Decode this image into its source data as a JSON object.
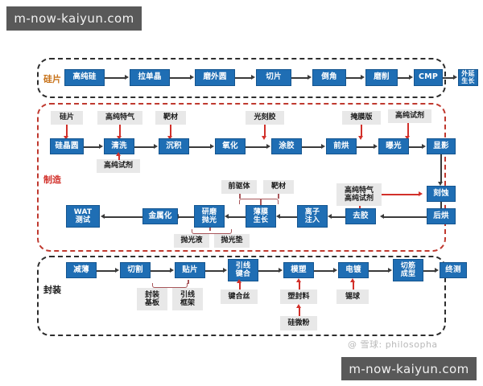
{
  "banners": {
    "top": "m-now-kaiyun.com",
    "bottom": "m-now-kaiyun.com",
    "xueqiu": "@ 雪球: philosopha"
  },
  "colors": {
    "process_box": "#1f6eb4",
    "material_box": "#e8e8e8",
    "wafer_label": "#c8741c",
    "manufacturing_label": "#d2302a",
    "packaging_label": "#1a1a1a",
    "manufacturing_border": "#c0392f",
    "section_border": "#2e2e2e",
    "red_arrow": "#d2302a",
    "black_arrow": "#3a3a3a"
  },
  "sections": [
    {
      "id": "wafer",
      "title": "硅片"
    },
    {
      "id": "manufacturing",
      "title": "制造"
    },
    {
      "id": "packaging",
      "title": "封装"
    }
  ],
  "wafer_steps": [
    "高纯硅",
    "拉单晶",
    "磨外圆",
    "切片",
    "倒角",
    "磨削",
    "CMP",
    "外延生长"
  ],
  "manufacturing": {
    "row1_steps": [
      "硅晶圆",
      "清洗",
      "沉积",
      "氧化",
      "涂胶",
      "前烘",
      "曝光",
      "显影"
    ],
    "row1_materials_above": [
      "硅片",
      "高纯特气",
      "靶材",
      "光刻胶",
      "掩膜版",
      "高纯试剂"
    ],
    "material_below_clean": "高纯试剂",
    "right_column_steps": [
      "刻蚀",
      "后烘"
    ],
    "etch_material": "高纯特气\n高纯试剂",
    "etch_material_line1": "高纯特气",
    "etch_material_line2": "高纯试剂",
    "row3_steps": [
      "去胶",
      "离子注入",
      "薄膜生长",
      "研磨抛光",
      "金属化",
      "WAT测试"
    ],
    "film_materials": [
      "前驱体",
      "靶材"
    ],
    "polish_materials": [
      "抛光液",
      "抛光垫"
    ]
  },
  "packaging": {
    "steps": [
      "减薄",
      "切割",
      "贴片",
      "引线键合",
      "模塑",
      "电镀",
      "切筋成型",
      "终测"
    ],
    "die_attach_materials": [
      "封装基板",
      "引线框架"
    ],
    "bond_material": "键合丝",
    "mold_material": "塑封料",
    "mold_sub_material": "硅微粉",
    "plating_material": "锡球"
  },
  "box_labels": {
    "wafer_0": "高纯硅",
    "wafer_1": "拉单晶",
    "wafer_2": "磨外圆",
    "wafer_3": "切片",
    "wafer_4": "倒角",
    "wafer_5": "磨削",
    "wafer_6": "CMP",
    "wafer_7": "外延生长",
    "m_silicon_wafer": "硅晶圆",
    "m_clean": "清洗",
    "m_deposition": "沉积",
    "m_oxidation": "氧化",
    "m_coating": "涂胶",
    "m_prebake": "前烘",
    "m_exposure": "曝光",
    "m_develop": "显影",
    "m_etch": "刻蚀",
    "m_postbake": "后烘",
    "m_strip": "去胶",
    "m_implant_l1": "离子",
    "m_implant_l2": "注入",
    "m_film_l1": "薄膜",
    "m_film_l2": "生长",
    "m_cmp_l1": "研磨",
    "m_cmp_l2": "抛光",
    "m_metal": "金属化",
    "m_wat_l1": "WAT",
    "m_wat_l2": "测试",
    "mat_wafer": "硅片",
    "mat_specialty_gas": "高纯特气",
    "mat_target": "靶材",
    "mat_photoresist": "光刻胶",
    "mat_mask": "掩膜版",
    "mat_reagent": "高纯试剂",
    "mat_reagent2": "高纯试剂",
    "mat_precursor": "前驱体",
    "mat_target2": "靶材",
    "mat_slurry": "抛光液",
    "mat_pad": "抛光垫",
    "p_thinning": "减薄",
    "p_dicing": "切割",
    "p_die_attach": "贴片",
    "p_wirebond_l1": "引线",
    "p_wirebond_l2": "键合",
    "p_molding": "模塑",
    "p_plating": "电镀",
    "p_trim_l1": "切筋",
    "p_trim_l2": "成型",
    "p_final_test": "终测",
    "p_substrate_l1": "封装",
    "p_substrate_l2": "基板",
    "p_leadframe_l1": "引线",
    "p_leadframe_l2": "框架",
    "p_bondwire": "键合丝",
    "p_mold_compound": "塑封料",
    "p_silica_powder": "硅微粉",
    "p_solder_ball": "锡球"
  }
}
